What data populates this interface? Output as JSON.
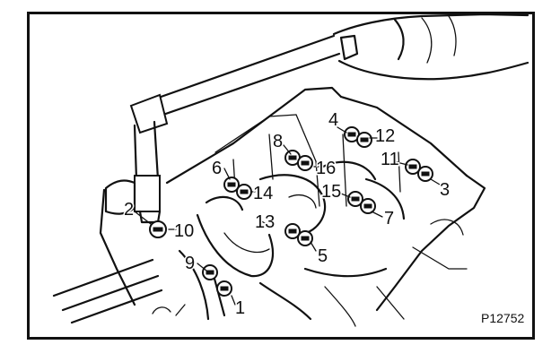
{
  "figure": {
    "id_label": "P12752",
    "callouts": [
      "1",
      "2",
      "3",
      "4",
      "5",
      "6",
      "7",
      "8",
      "9",
      "10",
      "11",
      "12",
      "13",
      "14",
      "15",
      "16"
    ]
  },
  "icons": {
    "tool": "torque-wrench-icon",
    "hand": "hand-icon",
    "bolt": "bolt-icon"
  }
}
